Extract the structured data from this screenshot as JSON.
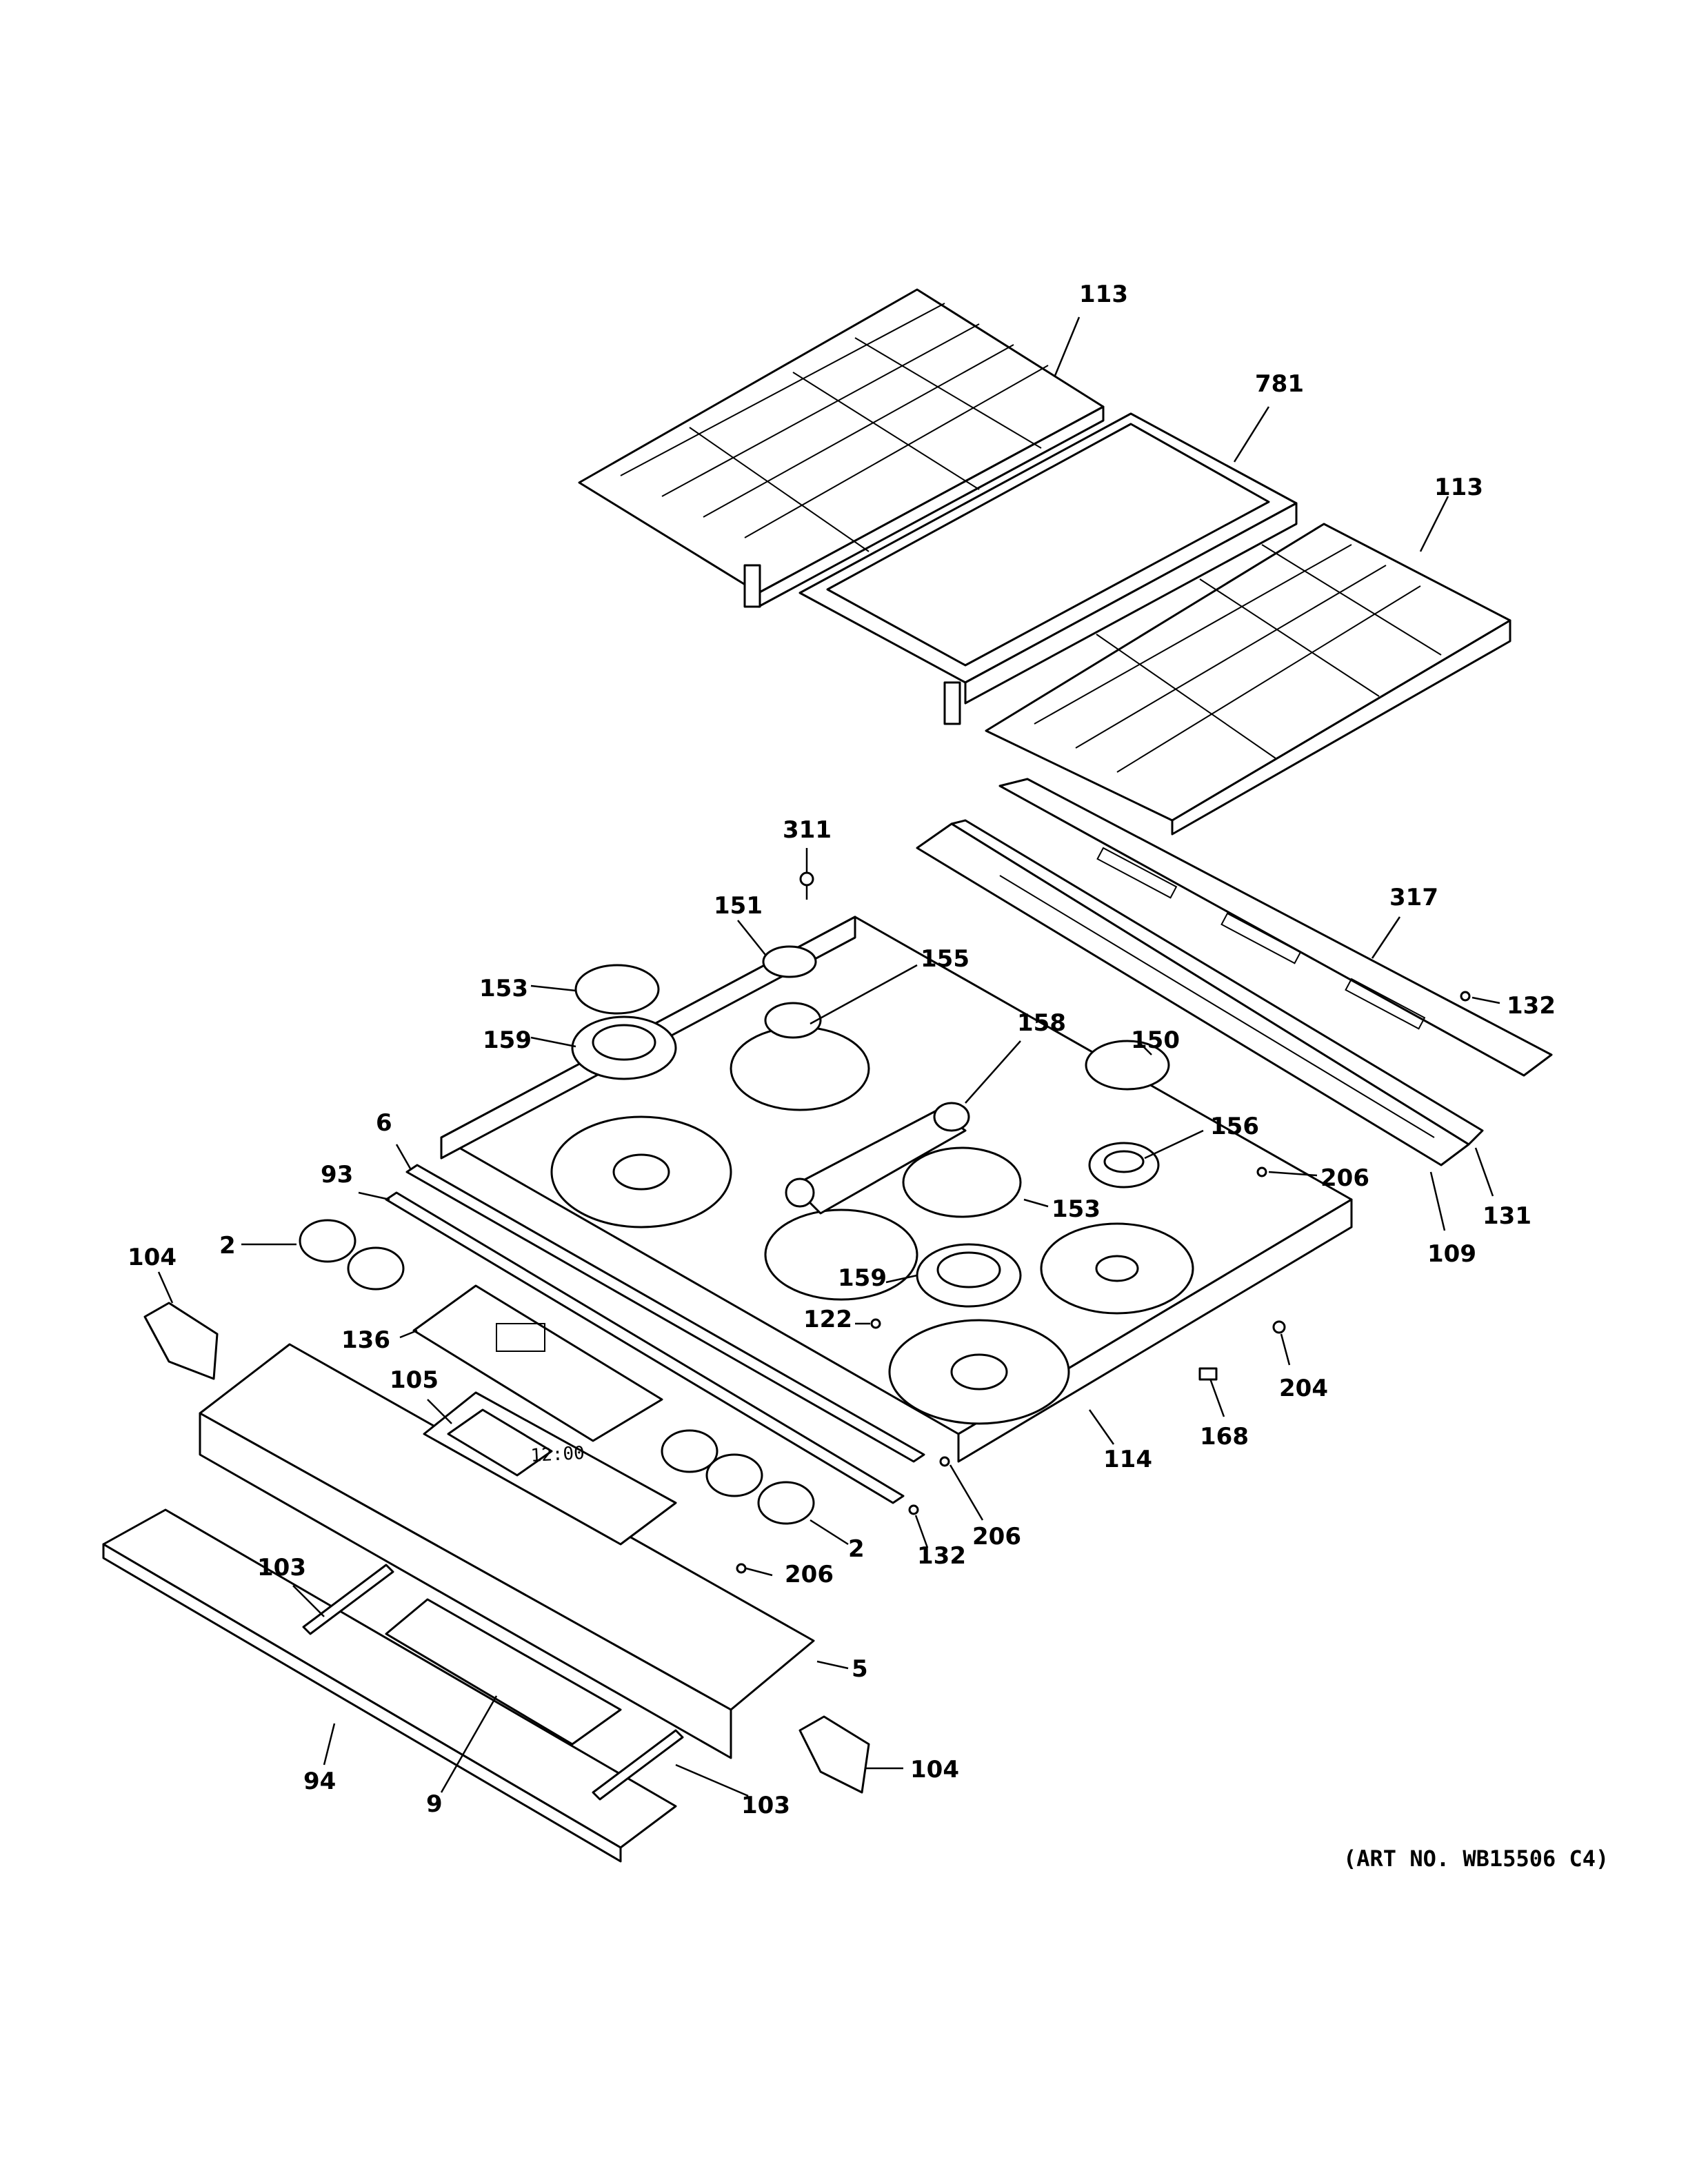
{
  "art_number": "(ART NO. WB15506 C4)",
  "display_text": "12:00",
  "callouts": [
    {
      "id": "c-113a",
      "label": "113"
    },
    {
      "id": "c-781",
      "label": "781"
    },
    {
      "id": "c-113b",
      "label": "113"
    },
    {
      "id": "c-311",
      "label": "311"
    },
    {
      "id": "c-317",
      "label": "317"
    },
    {
      "id": "c-132a",
      "label": "132"
    },
    {
      "id": "c-151",
      "label": "151"
    },
    {
      "id": "c-155",
      "label": "155"
    },
    {
      "id": "c-153a",
      "label": "153"
    },
    {
      "id": "c-159a",
      "label": "159"
    },
    {
      "id": "c-158",
      "label": "158"
    },
    {
      "id": "c-150",
      "label": "150"
    },
    {
      "id": "c-156",
      "label": "156"
    },
    {
      "id": "c-206a",
      "label": "206"
    },
    {
      "id": "c-131",
      "label": "131"
    },
    {
      "id": "c-109",
      "label": "109"
    },
    {
      "id": "c-6",
      "label": "6"
    },
    {
      "id": "c-93",
      "label": "93"
    },
    {
      "id": "c-153b",
      "label": "153"
    },
    {
      "id": "c-104a",
      "label": "104"
    },
    {
      "id": "c-2a",
      "label": "2"
    },
    {
      "id": "c-159b",
      "label": "159"
    },
    {
      "id": "c-122",
      "label": "122"
    },
    {
      "id": "c-136",
      "label": "136"
    },
    {
      "id": "c-204",
      "label": "204"
    },
    {
      "id": "c-105",
      "label": "105"
    },
    {
      "id": "c-168",
      "label": "168"
    },
    {
      "id": "c-114",
      "label": "114"
    },
    {
      "id": "c-206b",
      "label": "206"
    },
    {
      "id": "c-132b",
      "label": "132"
    },
    {
      "id": "c-2b",
      "label": "2"
    },
    {
      "id": "c-206c",
      "label": "206"
    },
    {
      "id": "c-103a",
      "label": "103"
    },
    {
      "id": "c-5",
      "label": "5"
    },
    {
      "id": "c-104b",
      "label": "104"
    },
    {
      "id": "c-94",
      "label": "94"
    },
    {
      "id": "c-9",
      "label": "9"
    },
    {
      "id": "c-103b",
      "label": "103"
    }
  ]
}
